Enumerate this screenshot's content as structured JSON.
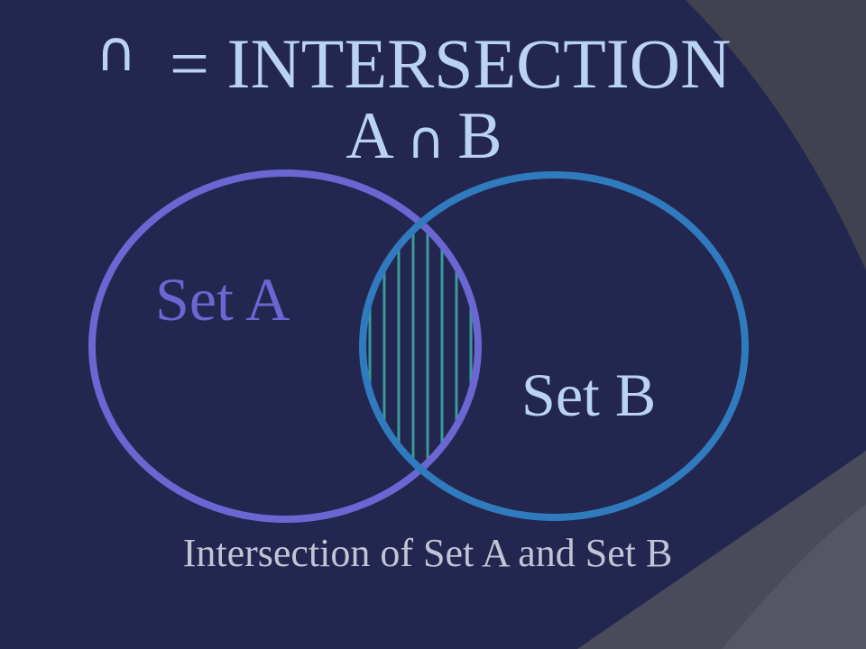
{
  "slide": {
    "title_symbol": "∩",
    "title_text": "= INTERSECTION",
    "subtitle_left": "A",
    "subtitle_op": "∩",
    "subtitle_right": "B",
    "set_a_label": "Set A",
    "set_b_label": "Set B",
    "caption": "Intersection of Set A and Set B"
  },
  "colors": {
    "background": "#23264f",
    "title": "#b9d3f0",
    "set_a_circle": "#6a66d2",
    "set_b_circle": "#2f7bbd",
    "hatch": "#3a9a9a",
    "caption": "#c2c4d6",
    "corner_shapes": "#4a4b5a"
  }
}
